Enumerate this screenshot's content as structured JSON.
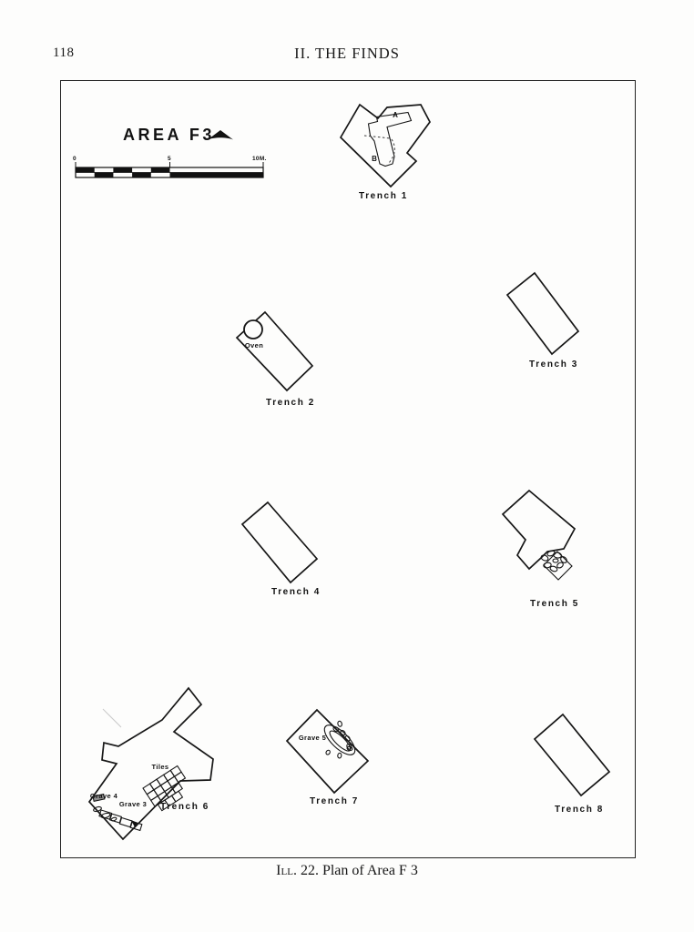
{
  "page": {
    "number": "118",
    "header": "II. THE FINDS"
  },
  "plan": {
    "area_title": "AREA F3",
    "scale_ticks": [
      "0",
      "5",
      "10M."
    ],
    "trench_labels": [
      "Trench 1",
      "Trench 2",
      "Trench 3",
      "Trench 4",
      "Trench 5",
      "Trench 6",
      "Trench 7",
      "Trench 8"
    ],
    "features": {
      "room_a": "A",
      "room_b": "B",
      "oven": "Oven",
      "tiles": "Tiles",
      "grave3": "Grave 3",
      "grave4": "Grave 4",
      "grave5": "Grave 5"
    }
  },
  "caption": {
    "small_caps": "Ill.",
    "rest": "22. Plan of Area F 3"
  }
}
